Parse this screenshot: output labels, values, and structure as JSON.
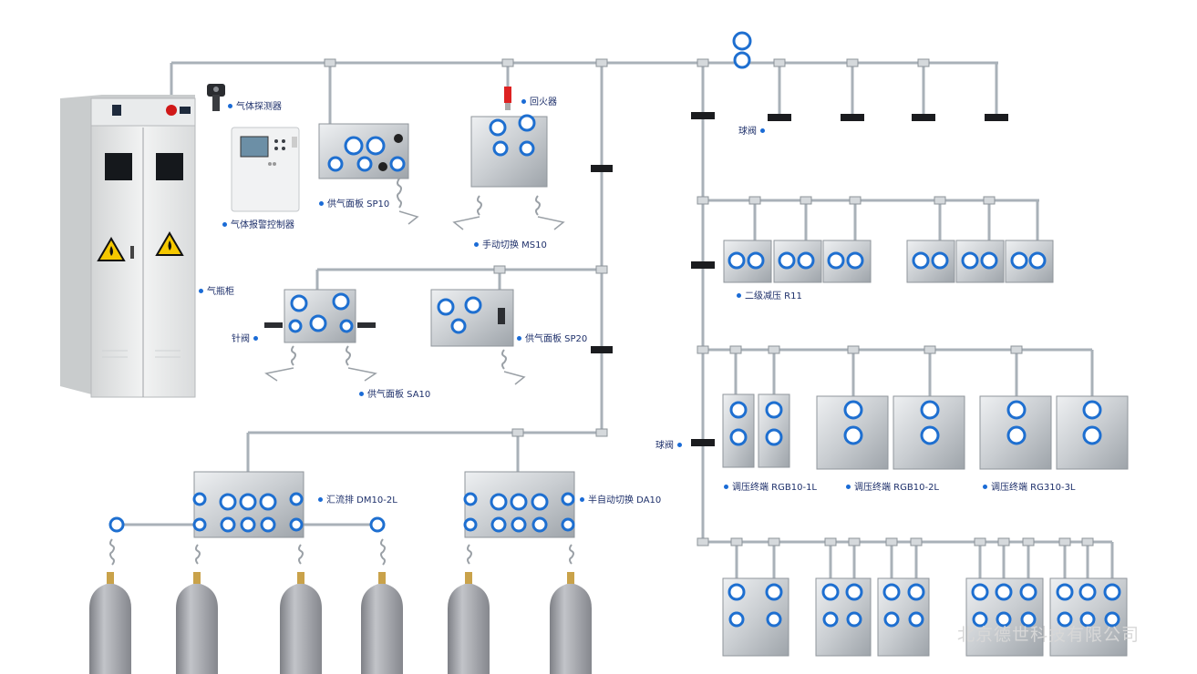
{
  "labels": {
    "gas_detector": "气体探测器",
    "gas_alarm_controller": "气体报警控制器",
    "gas_cabinet": "气瓶柜",
    "supply_panel_sp10": "供气面板 SP10",
    "flashback_arrestor": "回火器",
    "manual_switch_ms10": "手动切换  MS10",
    "ball_valve_top": "球阀",
    "secondary_regulator_r11": "二级减压 R11",
    "needle_valve": "针阀",
    "supply_panel_sp20": "供气面板 SP20",
    "supply_panel_sa10": "供气面板 SA10",
    "ball_valve_mid": "球阀",
    "terminal_rgb10_1l": "调压终端 RGB10-1L",
    "terminal_rgb10_2l": "调压终端 RGB10-2L",
    "terminal_rgb10_3l": "调压终端 RG310-3L",
    "manifold_dm10_2l": "汇流排 DM10-2L",
    "semi_auto_da10": "半自动切换  DA10"
  },
  "watermark": "北京德世科技有限公司",
  "colors": {
    "pipe": "#a9b1b8",
    "panel": "#d9dcdf",
    "gauge_ring": "#1e6fd0",
    "label_text": "#1d2f6a",
    "cylinder": "#9c9ea4",
    "hazard_yellow": "#f5c800"
  }
}
